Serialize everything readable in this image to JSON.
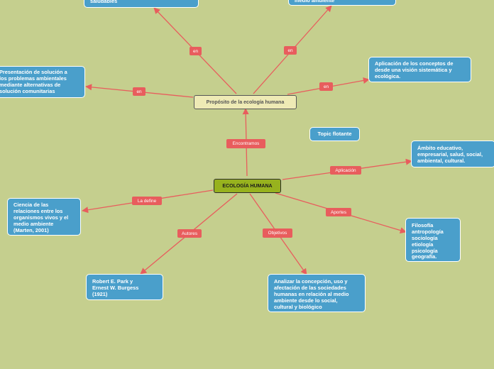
{
  "colors": {
    "background": "#c5cf8e",
    "edge": "#e85d5d",
    "topic_fill": "#4a9fcb",
    "root_fill": "#97b21e",
    "central_fill": "#eeeab5"
  },
  "root": {
    "title": "ECOLOGÍA HUMANA"
  },
  "central": {
    "title": "Propósito de la ecología humana"
  },
  "floating_topic": {
    "title": "Topic flotante"
  },
  "branches": {
    "encontramos": {
      "label": "Encontramos"
    },
    "la_define": {
      "label": "La define",
      "topic": "Ciencia de las\nrelaciones entre los\norganismos vivos y el\nmedio ambiente\n(Marten, 2001)"
    },
    "autores": {
      "label": "Autores",
      "topic": "Robert E.  Park y\nErnest W. Burgess\n(1921)"
    },
    "objetivos": {
      "label": "Objetivos",
      "topic": "Analizar la concepción, uso y\nafectación de las sociedades\nhumanas en relación al medio\nambiente desde lo social,\ncultural y biológico"
    },
    "aportes": {
      "label": "Aportes",
      "topic": "Filosofía\nantropología\nsociología\netiología\npsicología\ngeografía."
    },
    "aplicacion": {
      "label": "Aplicación",
      "topic": "Ámbito educativo,\nempresarial, salud, social,\nambiental, cultural."
    }
  },
  "purpose_branches": {
    "left": {
      "label": "en",
      "topic": "Presentación de solución a\nlos problemas ambientales\nmediante alternativas de\nsolución comunitarias"
    },
    "top_left": {
      "label": "en",
      "topic": "saludables"
    },
    "top_right": {
      "label": "en",
      "topic": "medio ambiente"
    },
    "right": {
      "label": "en",
      "topic": "Aplicación de los conceptos de\ndesde una visión sistemática y\necológica."
    }
  }
}
